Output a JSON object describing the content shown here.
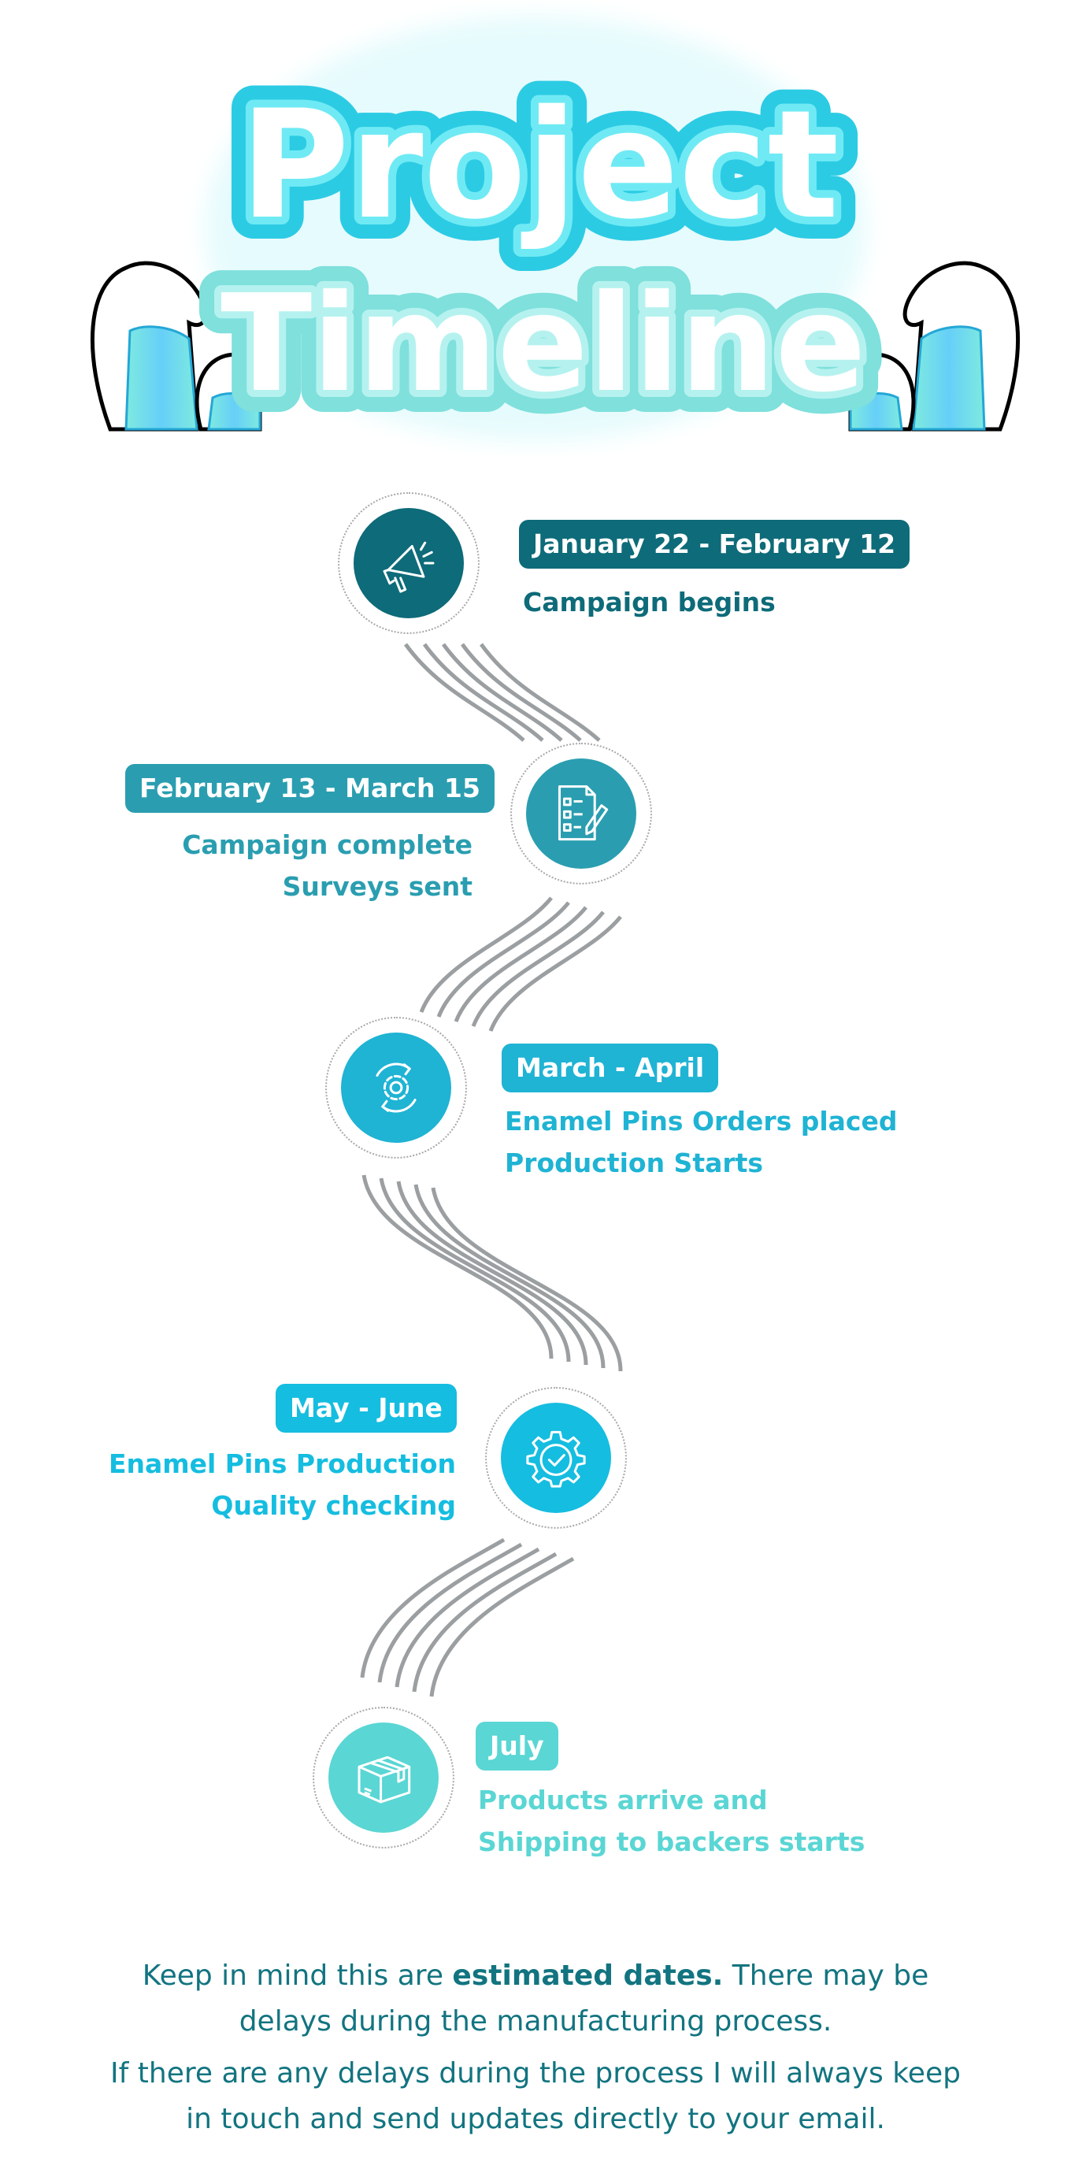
{
  "title": {
    "line1": "Project",
    "line2": "Timeline"
  },
  "steps": [
    {
      "date": "January 22 - February 12",
      "lines": [
        "Campaign begins"
      ],
      "icon": "megaphone-icon",
      "color": "#0e6b79",
      "text_color": "#0e6b79"
    },
    {
      "date": "February 13 - March 15",
      "lines": [
        "Campaign complete",
        "Surveys sent"
      ],
      "icon": "survey-checklist-icon",
      "color": "#2a9eb0",
      "text_color": "#2a9eb0"
    },
    {
      "date": "March - April",
      "lines": [
        "Enamel Pins Orders placed",
        "Production Starts"
      ],
      "icon": "gear-cycle-icon",
      "color": "#1fb3d4",
      "text_color": "#1fb3d4"
    },
    {
      "date": "May - June",
      "lines": [
        "Enamel Pins Production",
        "Quality checking"
      ],
      "icon": "gear-check-icon",
      "color": "#15bde0",
      "text_color": "#15bde0"
    },
    {
      "date": "July",
      "lines": [
        "Products arrive and",
        "Shipping to backers starts"
      ],
      "icon": "package-box-icon",
      "color": "#5ad6d4",
      "text_color": "#5ad6d4"
    }
  ],
  "footer": {
    "p1_before": "Keep in mind this are ",
    "p1_bold": "estimated dates.",
    "p1_after": " There may be",
    "p2": "delays during the manufacturing process.",
    "p3": "If there are any delays during the process I will always keep",
    "p4": "in touch and send updates directly to your email."
  }
}
